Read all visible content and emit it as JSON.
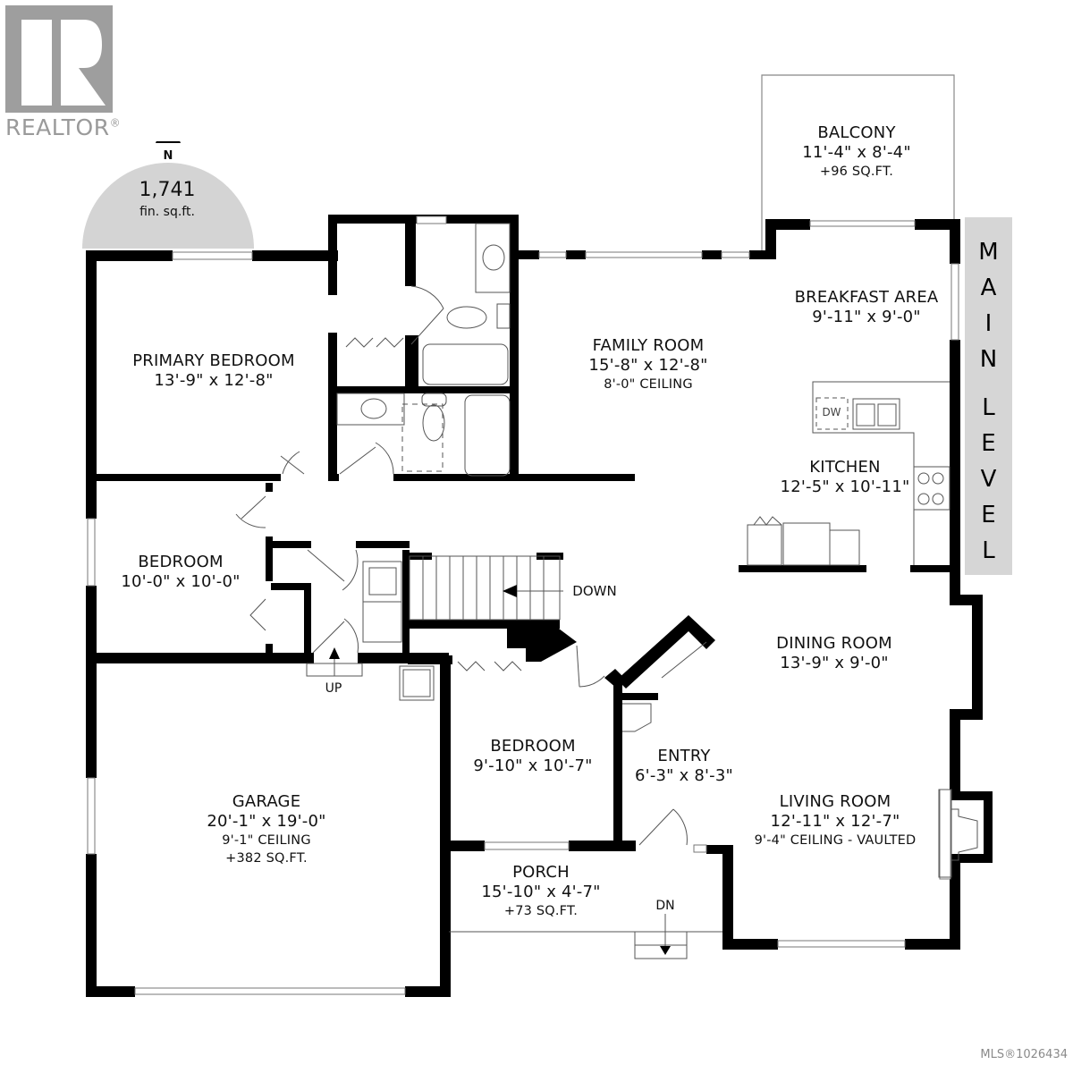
{
  "branding": {
    "logo_letter": "R",
    "logo_word": "REALTOR",
    "logo_mark": "®",
    "logo_color": "#9e9e9e"
  },
  "compass": {
    "direction": "N",
    "icon": "north-arrow-icon",
    "total_area": "1,741",
    "total_area_unit": "fin. sq.ft.",
    "badge_color": "#d4d4d4"
  },
  "level_label": {
    "text": "MAIN LEVEL",
    "letters_line1": [
      "M",
      "A",
      "I",
      "N"
    ],
    "letters_line2": [
      "L",
      "E",
      "V",
      "E",
      "L"
    ],
    "band_color": "#d6d6d6"
  },
  "rooms": {
    "balcony": {
      "name": "BALCONY",
      "dims": "11'-4\" x 8'-4\"",
      "note": "+96 SQ.FT."
    },
    "breakfast": {
      "name": "BREAKFAST AREA",
      "dims": "9'-11\" x 9'-0\""
    },
    "primary_bedroom": {
      "name": "PRIMARY BEDROOM",
      "dims": "13'-9\" x 12'-8\""
    },
    "family_room": {
      "name": "FAMILY ROOM",
      "dims": "15'-8\" x 12'-8\"",
      "note": "8'-0\" CEILING"
    },
    "kitchen": {
      "name": "KITCHEN",
      "dims": "12'-5\" x 10'-11\"",
      "appliance": "DW"
    },
    "bedroom_2": {
      "name": "BEDROOM",
      "dims": "10'-0\" x 10'-0\""
    },
    "dining_room": {
      "name": "DINING ROOM",
      "dims": "13'-9\" x 9'-0\""
    },
    "bedroom_3": {
      "name": "BEDROOM",
      "dims": "9'-10\" x 10'-7\""
    },
    "entry": {
      "name": "ENTRY",
      "dims": "6'-3\" x 8'-3\""
    },
    "living_room": {
      "name": "LIVING ROOM",
      "dims": "12'-11\" x 12'-7\"",
      "note": "9'-4\" CEILING - VAULTED"
    },
    "garage": {
      "name": "GARAGE",
      "dims": "20'-1\" x 19'-0\"",
      "note": "9'-1\" CEILING",
      "note2": "+382 SQ.FT."
    },
    "porch": {
      "name": "PORCH",
      "dims": "15'-10\" x 4'-7\"",
      "note": "+73 SQ.FT."
    }
  },
  "stairs": {
    "main_label": "DOWN",
    "garage_label": "UP",
    "porch_label": "DN"
  },
  "footer": {
    "mls": "MLS®1026434"
  }
}
